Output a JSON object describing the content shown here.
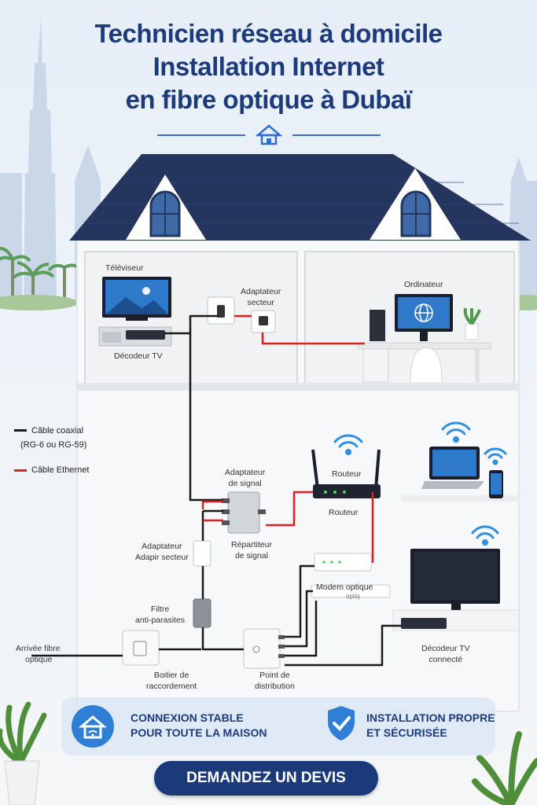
{
  "title": {
    "line1": "Technicien réseau à domicile",
    "line2": "Installation Internet",
    "line3": "en fibre optique à Dubaï"
  },
  "legend": {
    "coax_line1": "Câble coaxial",
    "coax_line2": "(RG-6 ou RG-59)",
    "ethernet": "Câble Ethernet"
  },
  "labels": {
    "televiseur": "Téléviseur",
    "decodeur_tv": "Décodeur TV",
    "adaptateur_secteur_1": "Adaptateur",
    "adaptateur_secteur_2": "secteur",
    "ordinateur": "Ordinateur",
    "adaptateur_signal_1": "Adaptateur",
    "adaptateur_signal_2": "de signal",
    "routeur_top": "Routeur",
    "routeur_bottom": "Routeur",
    "repartiteur_1": "Répartiteur",
    "repartiteur_2": "de signal",
    "adaptateur_left_1": "Adaptateur",
    "adaptateur_left_2": "Adapir secteur",
    "modem_optique": "Modem optique",
    "modem_optique_sub": "optiq",
    "filtre_1": "Filtre",
    "filtre_2": "anti-parasites",
    "arrivee_1": "Arrivée fibre",
    "arrivee_2": "optique",
    "boitier_1": "Boitier de",
    "boitier_2": "raccordement",
    "point_1": "Point de",
    "point_2": "distribution",
    "decodeur_connecte_1": "Décodeur TV",
    "decodeur_connecte_2": "connecté"
  },
  "benefits": {
    "left_line1": "CONNEXION STABLE",
    "left_line2": "POUR TOUTE LA MAISON",
    "right_line1": "INSTALLATION PROPRE",
    "right_line2": "ET SÉCURISÉE"
  },
  "cta": "DEMANDEZ UN DEVIS",
  "colors": {
    "title": "#1d3b7a",
    "roof": "#24355e",
    "coax": "#1a1a1a",
    "ethernet": "#e02020",
    "cta": "#1b3a7a",
    "wifi": "#2d8fe0"
  },
  "icons": [
    "home-icon",
    "wifi-icon",
    "shield-check-icon",
    "home-wifi-icon",
    "globe-icon"
  ]
}
